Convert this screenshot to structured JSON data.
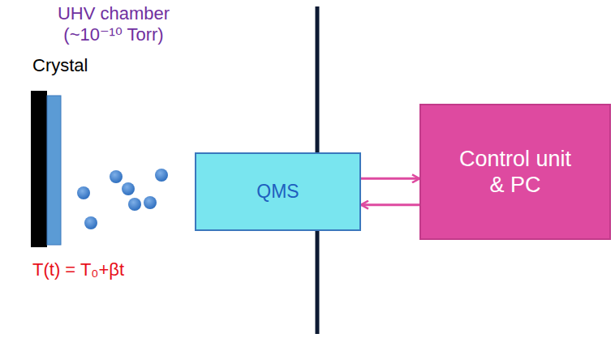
{
  "diagram": {
    "nodes": [
      {
        "text": [
          "QMS"
        ]
      },
      {
        "text": [
          "Control unit & PC"
        ]
      }
    ],
    "edges": [
      {
        "from": 0,
        "to": 1,
        "arrow": "to"
      },
      {
        "from": 1,
        "to": 0,
        "arrow": "to"
      }
    ],
    "labels": [
      "UHV chamber (~10⁻¹⁰ Torr)",
      "Crystal",
      "T(t) = T₀+βt"
    ]
  }
}
